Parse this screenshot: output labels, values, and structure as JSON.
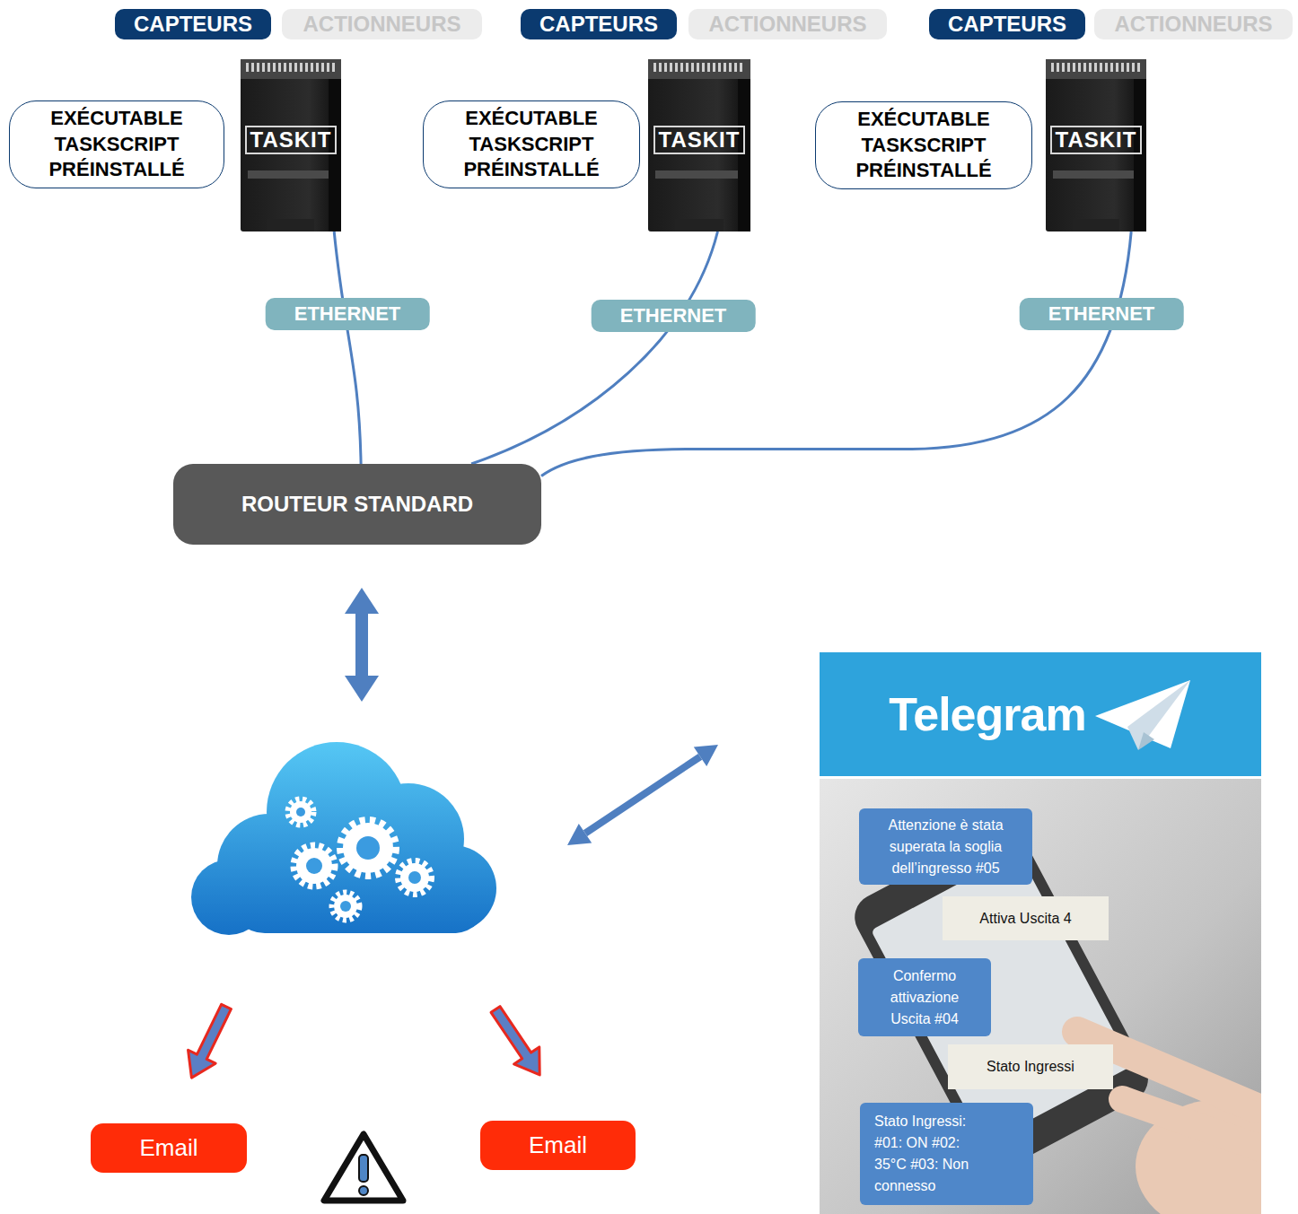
{
  "diagram": {
    "nodes": [
      {
        "text": [
          "CAPTEURS"
        ]
      },
      {
        "text": [
          "ACTIONNEURS"
        ]
      },
      {
        "text": [
          "CAPTEURS"
        ]
      },
      {
        "text": [
          "ACTIONNEURS"
        ]
      },
      {
        "text": [
          "CAPTEURS"
        ]
      },
      {
        "text": [
          "ACTIONNEURS"
        ]
      },
      {
        "text": [
          "EXÉCUTABLE TASKSCRIPT PRÉINSTALLÉ"
        ]
      },
      {
        "text": [
          "TASKIT"
        ]
      },
      {
        "text": [
          "EXÉCUTABLE TASKSCRIPT PRÉINSTALLÉ"
        ]
      },
      {
        "text": [
          "TASKIT"
        ]
      },
      {
        "text": [
          "EXÉCUTABLE TASKSCRIPT PRÉINSTALLÉ"
        ]
      },
      {
        "text": [
          "TASKIT"
        ]
      },
      {
        "text": [
          "ROUTEUR STANDARD"
        ]
      },
      {
        "text": [
          "Telegram"
        ]
      },
      {
        "text": [
          "Attenzione è stata superata la soglia dell’ingresso #05"
        ]
      },
      {
        "text": [
          "Attiva Uscita 4"
        ]
      },
      {
        "text": [
          "Confermo attivazione Uscita #04"
        ]
      },
      {
        "text": [
          "Stato Ingressi"
        ]
      },
      {
        "text": [
          "Stato Ingressi: #01: ON #02: 35°C #03: Non connesso"
        ]
      },
      {
        "text": [
          "Email"
        ]
      },
      {
        "text": [
          "Email"
        ]
      }
    ],
    "edges": [
      {
        "from": 7,
        "to": 12,
        "arrow": "none",
        "label": "ETHERNET"
      },
      {
        "from": 9,
        "to": 12,
        "arrow": "none",
        "label": "ETHERNET"
      },
      {
        "from": 11,
        "to": 12,
        "arrow": "none",
        "label": "ETHERNET"
      }
    ]
  }
}
